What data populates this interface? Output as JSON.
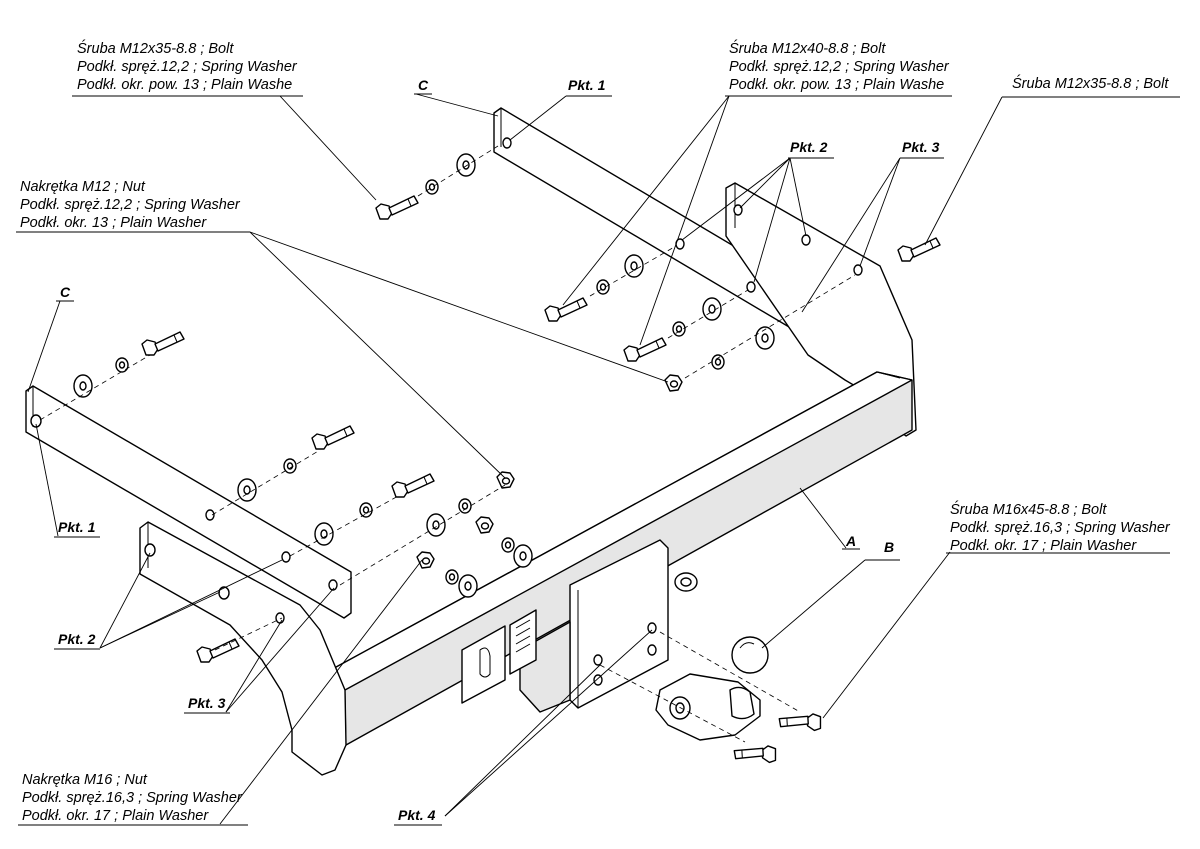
{
  "callouts": {
    "bolt_tl": [
      "Śruba M12x35-8.8 ;  Bolt",
      "Podkł. spręż.12,2 ; Spring Washer",
      "Podkł. okr. pow. 13 ; Plain Washe"
    ],
    "bolt_tc": [
      "Śruba M12x40-8.8 ;  Bolt",
      "Podkł. spręż.12,2 ; Spring Washer",
      "Podkł. okr. pow. 13 ; Plain Washe"
    ],
    "bolt_tr": [
      "Śruba M12x35-8.8 ;  Bolt"
    ],
    "nut_m12": [
      "Nakrętka  M12 ; Nut",
      "Podkł. spręż.12,2 ; Spring Washer",
      "Podkł. okr. 13 ; Plain Washer"
    ],
    "bolt_m16": [
      "Śruba M16x45-8.8 ;  Bolt",
      "Podkł. spręż.16,3 ; Spring Washer",
      "Podkł. okr. 17 ; Plain Washer"
    ],
    "nut_m16": [
      "Nakrętka  M16 ; Nut",
      "Podkł. spręż.16,3 ; Spring Washer",
      "Podkł. okr. 17 ; Plain Washer"
    ]
  },
  "points": {
    "pkt1_top": "Pkt. 1",
    "pkt2_top": "Pkt. 2",
    "pkt3_top": "Pkt. 3",
    "pkt1_left": "Pkt. 1",
    "pkt2_left": "Pkt. 2",
    "pkt3_left": "Pkt. 3",
    "pkt4": "Pkt. 4"
  },
  "letters": {
    "c_top": "C",
    "c_left": "C",
    "a": "A",
    "b": "B"
  },
  "colors": {
    "ink": "#000000",
    "background": "#ffffff",
    "shade": "#e6e6e6"
  }
}
